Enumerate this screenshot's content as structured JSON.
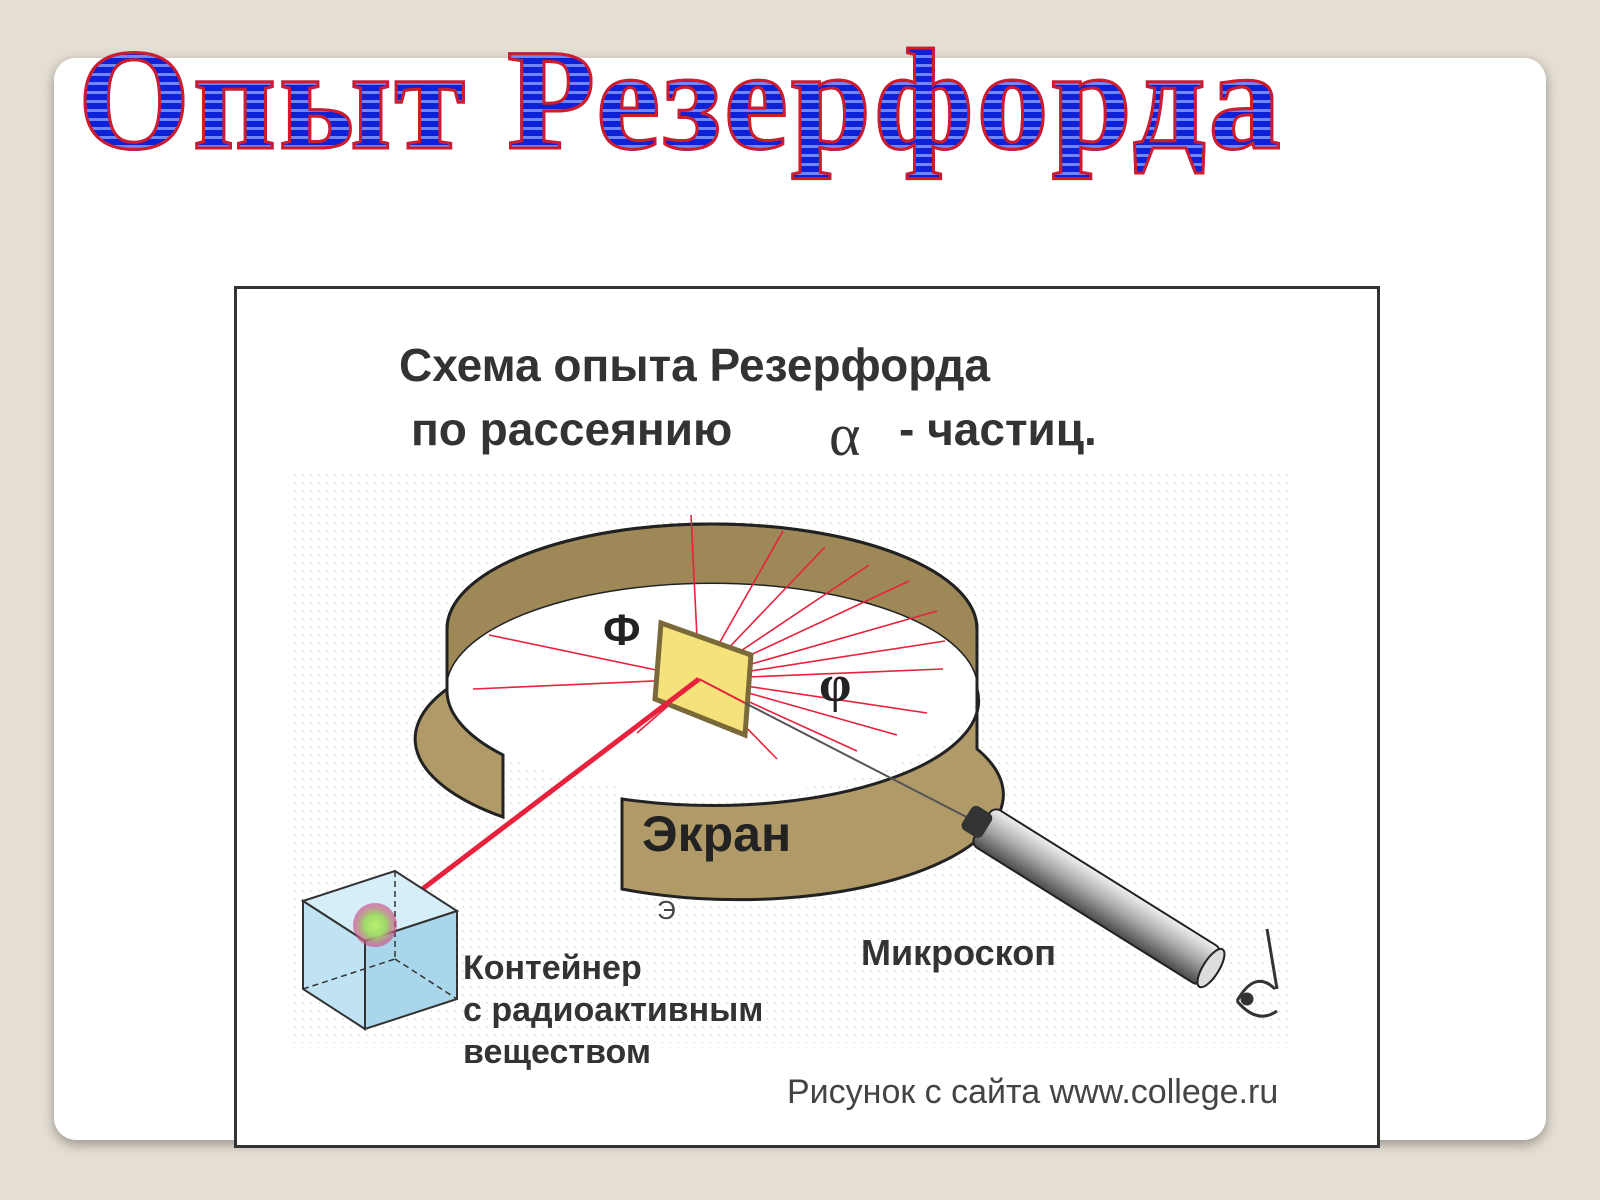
{
  "slide": {
    "title": "Опыт Резерфорда"
  },
  "figure": {
    "heading_line1": "Схема опыта Резерфорда",
    "heading_line2_before": "по рассеянию",
    "alpha_symbol": "α",
    "heading_line2_after": "- частиц.",
    "label_foil": "Ф",
    "label_angle": "φ",
    "label_screen": "Экран",
    "label_screen_small": "Э",
    "label_container_line1": "Контейнер",
    "label_container_line2": "с радиоактивным",
    "label_container_line3": "веществом",
    "label_microscope": "Микроскоп",
    "credit": "Рисунок с сайта www.college.ru"
  },
  "colors": {
    "title_fill": "#0d22d6",
    "title_stroke": "#d11a2a",
    "screen": "#b09a68",
    "ray": "#e8213d",
    "foil": "#f5e27a",
    "container": "#bfe3f2"
  }
}
